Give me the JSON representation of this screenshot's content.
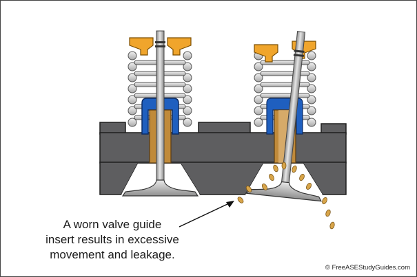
{
  "diagram": {
    "caption_lines": [
      "A worn valve guide",
      "insert results in excessive",
      "movement and leakage."
    ],
    "credit": "© FreeASEStudyGuides.com",
    "colors": {
      "cylinder_head": "#5e5e60",
      "head_outline": "#1e1e1e",
      "spring_coil": "#d9d9d9",
      "spring_seal": "#1f5fbf",
      "valve_guide": "#c08a3a",
      "retainer": "#f0a52c",
      "valve_stem": "#b9b9b9",
      "port": "#ffffff",
      "leak_drops": "#d8a54a"
    },
    "valves": [
      {
        "name": "good-valve",
        "condition": "aligned"
      },
      {
        "name": "worn-valve",
        "condition": "tilted, leaking"
      }
    ]
  }
}
